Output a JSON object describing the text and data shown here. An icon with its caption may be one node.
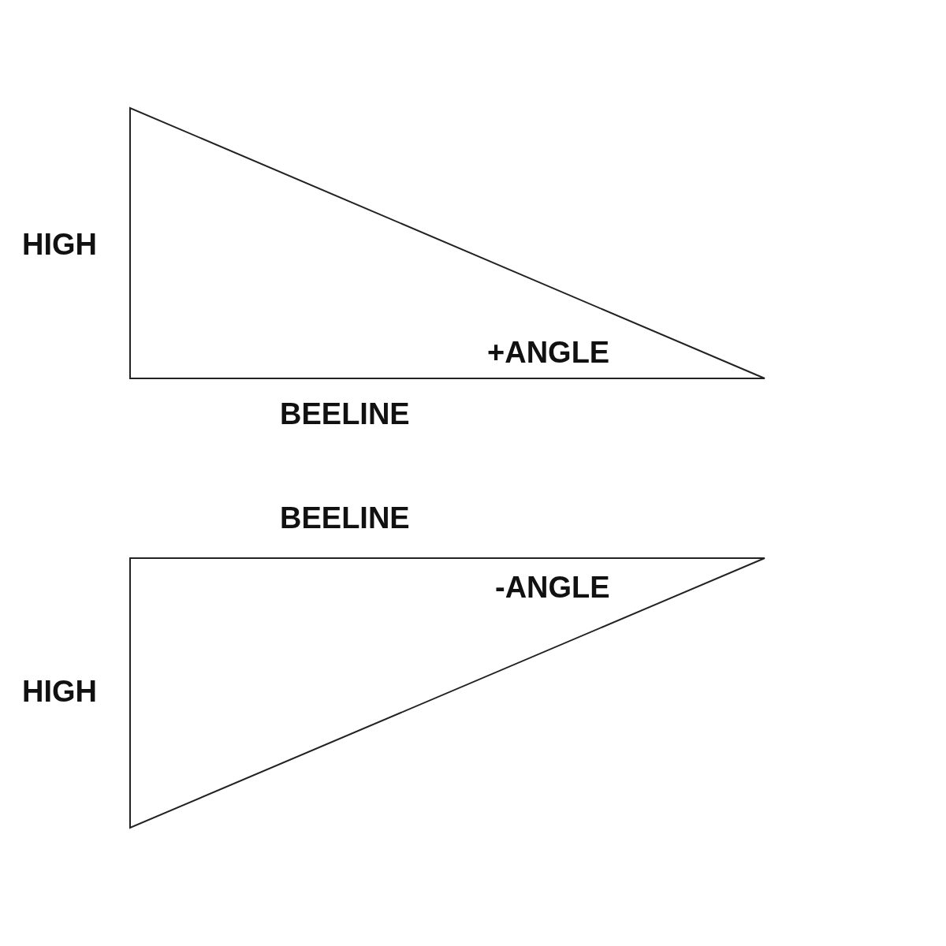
{
  "diagram": {
    "labels": [
      "HIGH",
      "+ANGLE",
      "BEELINE",
      "BEELINE",
      "-ANGLE",
      "HIGH"
    ]
  }
}
